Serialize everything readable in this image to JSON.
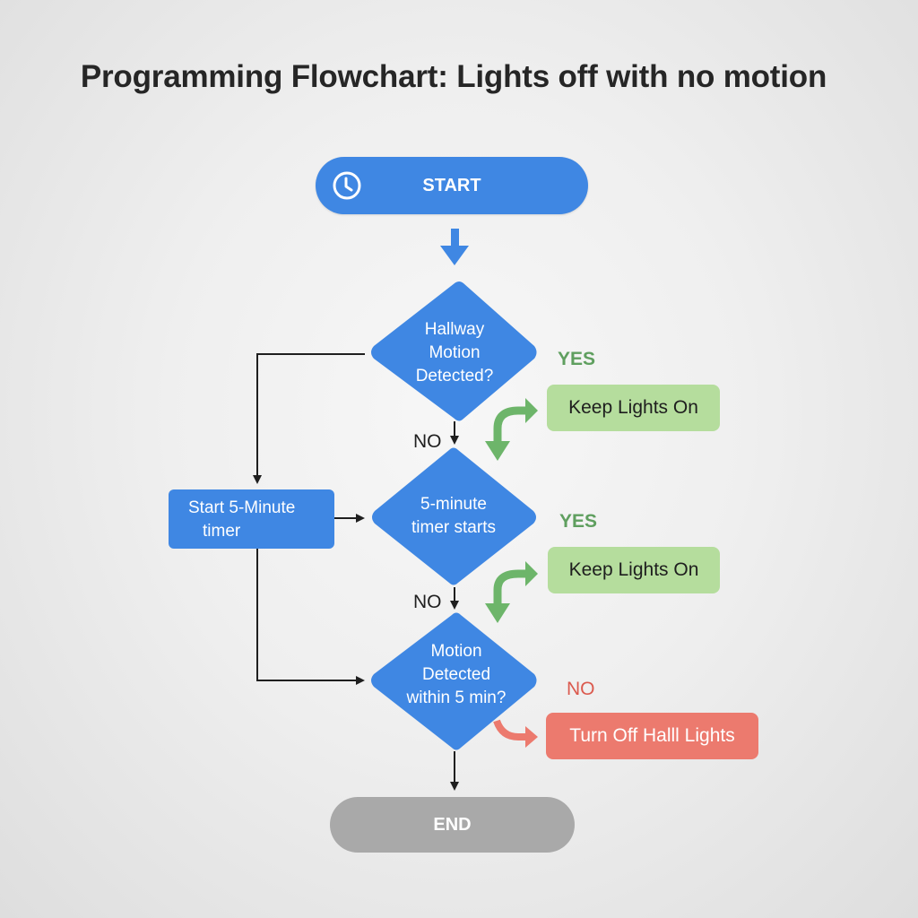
{
  "title": "Programming Flowchart: Lights off with no motion",
  "colors": {
    "primary_blue": "#3f87e3",
    "yes_green": "#5f9f5f",
    "action_green": "#b5dd9d",
    "arrow_green": "#6db56a",
    "no_red": "#db5a4e",
    "action_red": "#ec7a6e",
    "end_gray": "#a9a9a9",
    "connector": "#1f1f1f"
  },
  "nodes": {
    "start": {
      "label": "START",
      "icon": "clock-icon"
    },
    "decision1": {
      "lines": [
        "Hallway",
        "Motion",
        "Detected?"
      ]
    },
    "decision2": {
      "lines": [
        "5-minute",
        "timer starts"
      ]
    },
    "decision3": {
      "lines": [
        "Motion",
        "Detected",
        "within 5 min?"
      ]
    },
    "process": {
      "lines": [
        "Start 5-Minute",
        "timer"
      ]
    },
    "action1": {
      "label": "Keep Lights On"
    },
    "action2": {
      "label": "Keep Lights On"
    },
    "action3": {
      "label": "Turn Off Halll Lights"
    },
    "end": {
      "label": "END"
    }
  },
  "edge_labels": {
    "d1_yes": "YES",
    "d1_no": "NO",
    "d2_yes": "YES",
    "d2_no": "NO",
    "d3_no": "NO"
  }
}
